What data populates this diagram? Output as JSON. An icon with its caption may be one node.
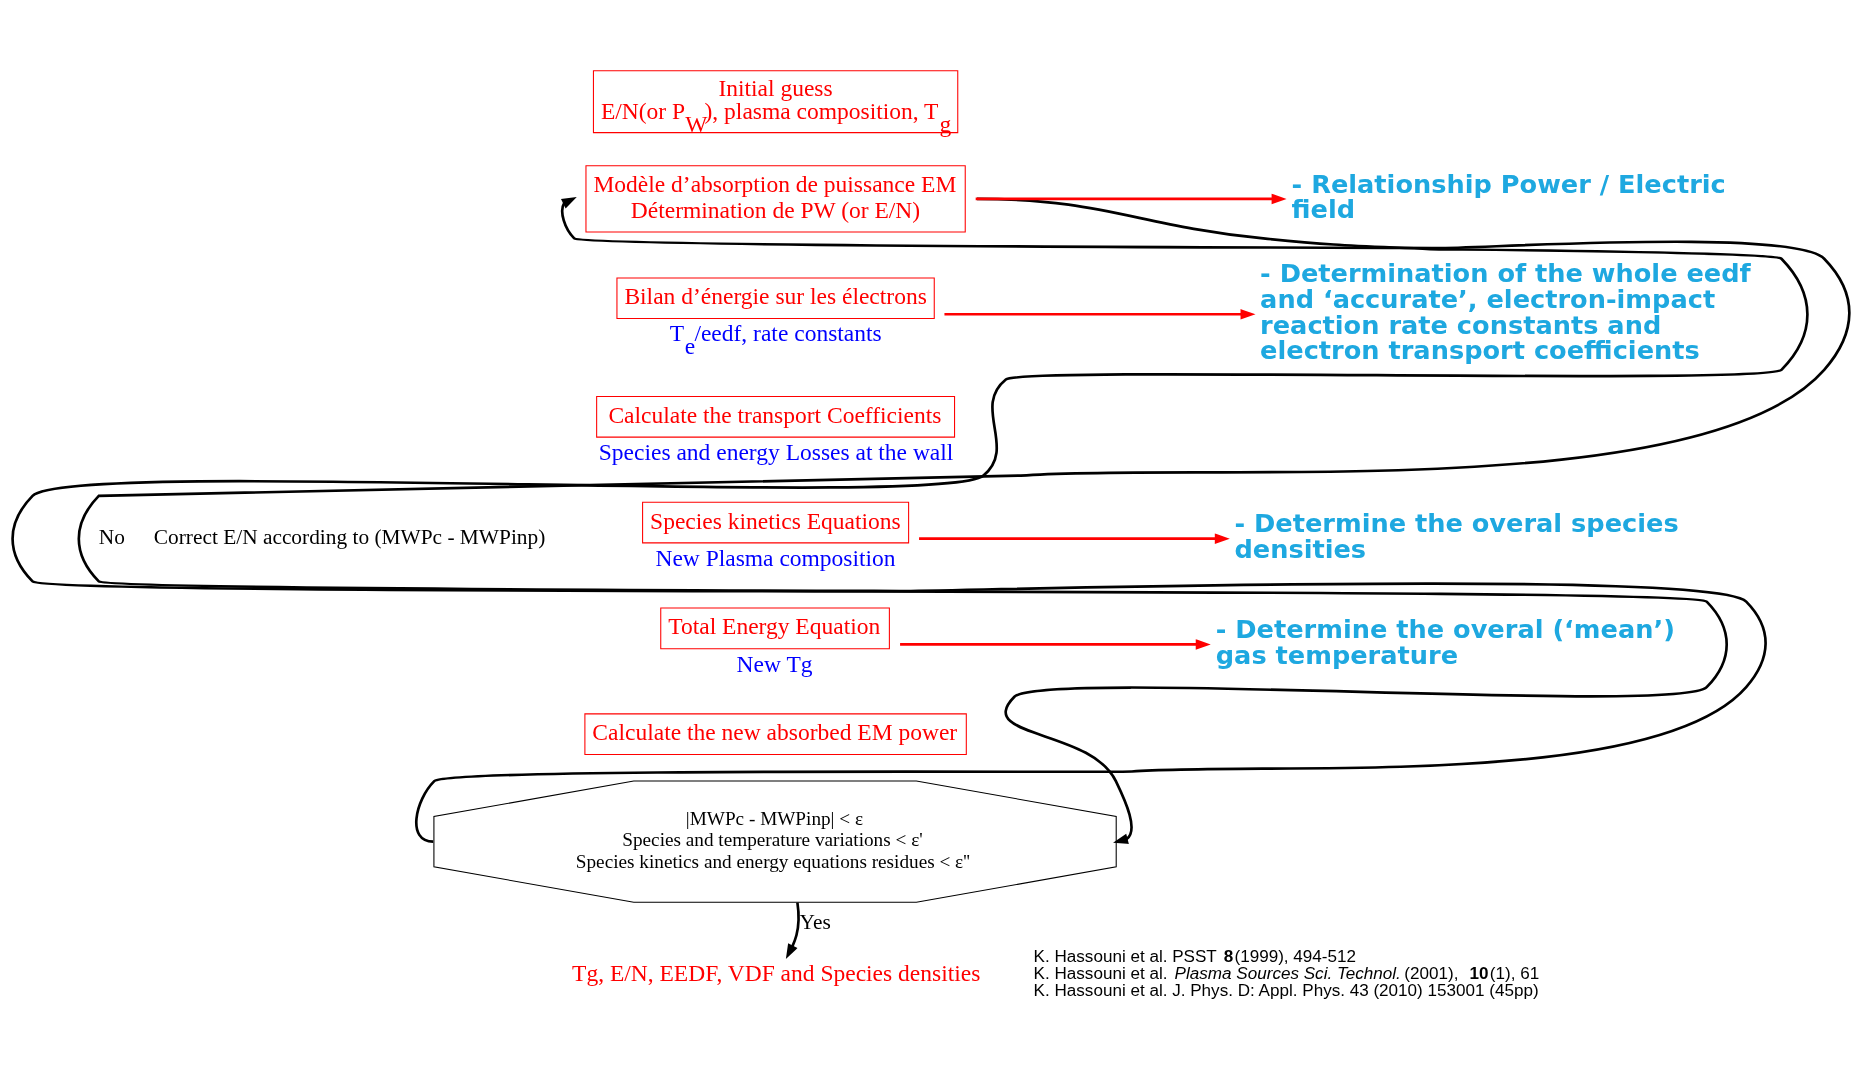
{
  "diagram": {
    "nodes": [
      {
        "text": [
          "Initial guess",
          "E/N(or P$_{W}$), plasma composition, T$_{g}$"
        ]
      },
      {
        "text": [
          "Modèle d’absorption de puissance EM",
          "Détermination de PW (or E/N)"
        ]
      },
      {
        "text": [
          "Bilan d’énergie sur les électrons"
        ],
        "beside": [
          "T$_{e}$/eedf, rate constants"
        ]
      },
      {
        "text": [
          "Calculate the transport Coefficients"
        ],
        "beside": [
          "Species and energy Losses at the wall"
        ]
      },
      {
        "text": [
          "Species kinetics Equations"
        ],
        "beside": [
          "New Plasma composition"
        ]
      },
      {
        "text": [
          "Total Energy Equation"
        ],
        "beside": [
          "New Tg"
        ]
      },
      {
        "text": [
          "Calculate the new absorbed EM power"
        ]
      },
      {
        "text": [
          "|MWPc - MWPinp| < ε",
          "Species and temperature variations < ε'",
          "Species kinetics and energy equations residues < ε''"
        ]
      },
      {
        "text": [
          "Tg, E/N, EEDF, VDF and Species densities"
        ]
      },
      {
        "text": [
          "- Relationship Power / Electric field"
        ]
      },
      {
        "text": [
          "- Determination of the whole eedf and ‘accurate’, electron-impact reaction rate constants and electron transport coefficients"
        ]
      },
      {
        "text": [
          "- Determine the overal species densities"
        ]
      },
      {
        "text": [
          "- Determine the overal (‘mean’) gas temperature"
        ]
      }
    ],
    "edges": [
      {
        "from": 1,
        "to": 7,
        "arrow": "to",
        "color": "#000000"
      },
      {
        "from": 7,
        "to": 1,
        "arrow": "to",
        "label": "No",
        "color": "#000000"
      },
      {
        "from": 7,
        "to": 8,
        "arrow": "to",
        "label": "Yes",
        "color": "#000000"
      },
      {
        "from": 1,
        "to": 9,
        "arrow": "to"
      },
      {
        "from": 2,
        "to": 10,
        "arrow": "to"
      },
      {
        "from": 4,
        "to": 11,
        "arrow": "to"
      },
      {
        "from": 5,
        "to": 12,
        "arrow": "to"
      }
    ],
    "labels": [
      "Correct E/N according to (MWPc - MWPinp)",
      "K. Hassouni et al. PSST **8**(1999), 494-512",
      "K. Hassouni et al. *Plasma Sources Sci. Technol.* (2001), **10**(1), 61",
      "K. Hassouni et al. J. Phys. D: Appl. Phys. 43 (2010) 153001 (45pp)"
    ]
  }
}
